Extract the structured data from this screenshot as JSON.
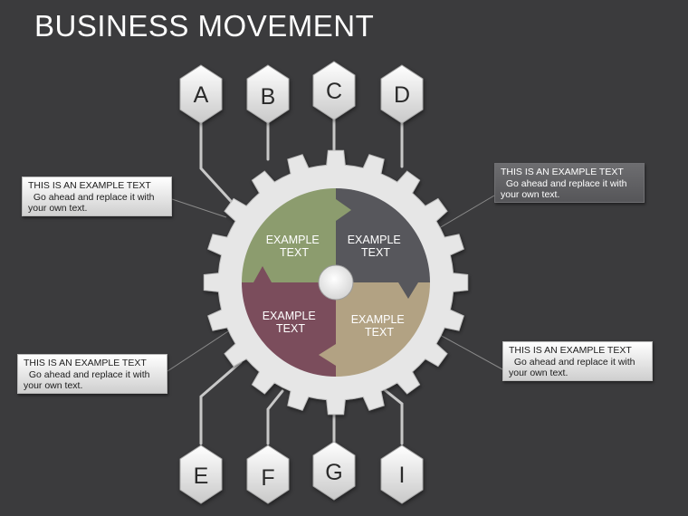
{
  "title": "BUSINESS MOVEMENT",
  "colors": {
    "background": "#3b3b3d",
    "gear": "#e6e6e6",
    "segment_top_left": "#8c9c6e",
    "segment_top_right": "#57575c",
    "segment_bottom_left": "#7b4d5c",
    "segment_bottom_right": "#b2a283"
  },
  "tags": [
    {
      "id": "a",
      "letter": "A"
    },
    {
      "id": "b",
      "letter": "B"
    },
    {
      "id": "c",
      "letter": "C"
    },
    {
      "id": "d",
      "letter": "D"
    },
    {
      "id": "e",
      "letter": "E"
    },
    {
      "id": "f",
      "letter": "F"
    },
    {
      "id": "g",
      "letter": "G"
    },
    {
      "id": "i",
      "letter": "I"
    }
  ],
  "segments": [
    {
      "id": "top-left",
      "line1": "EXAMPLE",
      "line2": "TEXT"
    },
    {
      "id": "top-right",
      "line1": "EXAMPLE",
      "line2": "TEXT"
    },
    {
      "id": "bottom-left",
      "line1": "EXAMPLE",
      "line2": "TEXT"
    },
    {
      "id": "bottom-right",
      "line1": "EXAMPLE",
      "line2": "TEXT"
    }
  ],
  "callouts": [
    {
      "id": "top-left",
      "text": "THIS IS AN EXAMPLE TEXT\n  Go ahead and replace it with\nyour own text."
    },
    {
      "id": "top-right",
      "text": "THIS IS AN EXAMPLE TEXT\n  Go ahead and replace it with\nyour own text."
    },
    {
      "id": "bottom-left",
      "text": "THIS IS AN EXAMPLE TEXT\n  Go ahead and replace it with\nyour own text."
    },
    {
      "id": "bottom-right",
      "text": "THIS IS AN EXAMPLE TEXT\n  Go ahead and replace it with\nyour own text."
    }
  ]
}
